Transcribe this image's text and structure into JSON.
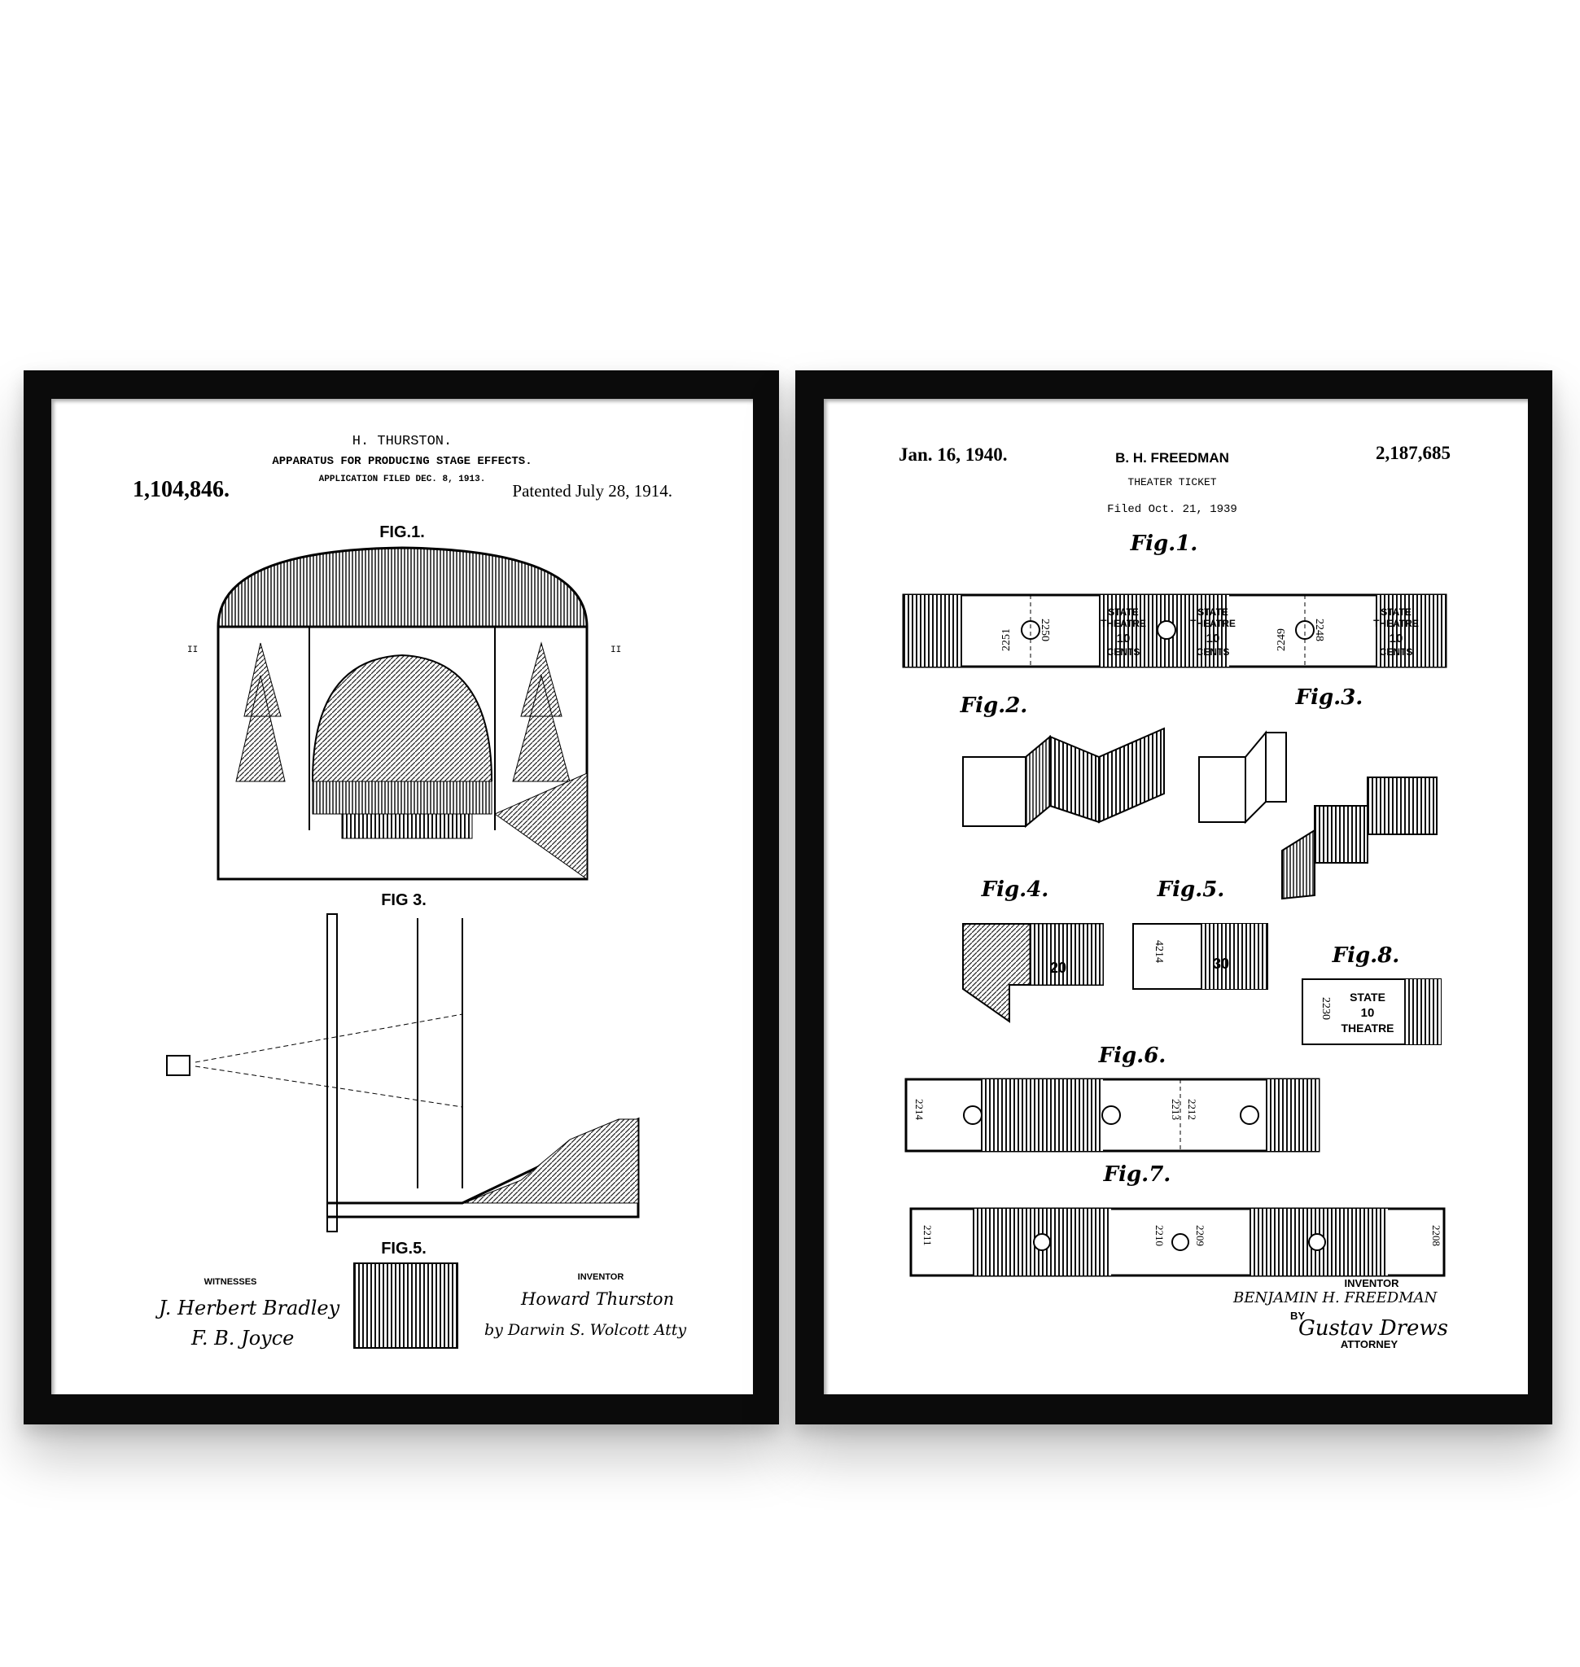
{
  "left_print": {
    "inventor_name": "H. THURSTON.",
    "title": "APPARATUS FOR PRODUCING STAGE EFFECTS.",
    "application": "APPLICATION FILED DEC. 8, 1913.",
    "patent_number": "1,104,846.",
    "patented": "Patented July 28, 1914.",
    "fig1": "FIG.1.",
    "fig3": "FIG 3.",
    "fig5": "FIG.5.",
    "witnesses_label": "WITNESSES",
    "inventor_label": "INVENTOR",
    "section_marker": "II",
    "signature_witness1": "J. Herbert Bradley",
    "signature_witness2": "F. B. Joyce",
    "signature_inventor": "Howard Thurston",
    "signature_attorney": "by Darwin S. Wolcott Atty"
  },
  "right_print": {
    "date": "Jan. 16, 1940.",
    "inventor_name": "B. H. FREEDMAN",
    "title": "THEATER TICKET",
    "filed": "Filed Oct. 21, 1939",
    "patent_number": "2,187,685",
    "figs": [
      "Fig.1.",
      "Fig.2.",
      "Fig.3.",
      "Fig.4.",
      "Fig.5.",
      "Fig.6.",
      "Fig.7.",
      "Fig.8."
    ],
    "ticket_text": {
      "state": "STATE",
      "theatre": "THEATRE",
      "ten": "10",
      "cents": "CENTS",
      "twenty": "20",
      "thirty": "30"
    },
    "strip1_numbers": [
      "2251",
      "2250",
      "2249",
      "2248"
    ],
    "strip6_numbers": [
      "2214",
      "2213",
      "2212"
    ],
    "strip7_numbers": [
      "2211",
      "2210",
      "2209",
      "2208"
    ],
    "fig5_number": "4214",
    "fig8_number": "2230",
    "inventor_label": "INVENTOR",
    "inventor_signature": "BENJAMIN H. FREEDMAN",
    "by_label": "BY",
    "attorney_signature": "Gustav Drews",
    "attorney_label": "ATTORNEY"
  }
}
